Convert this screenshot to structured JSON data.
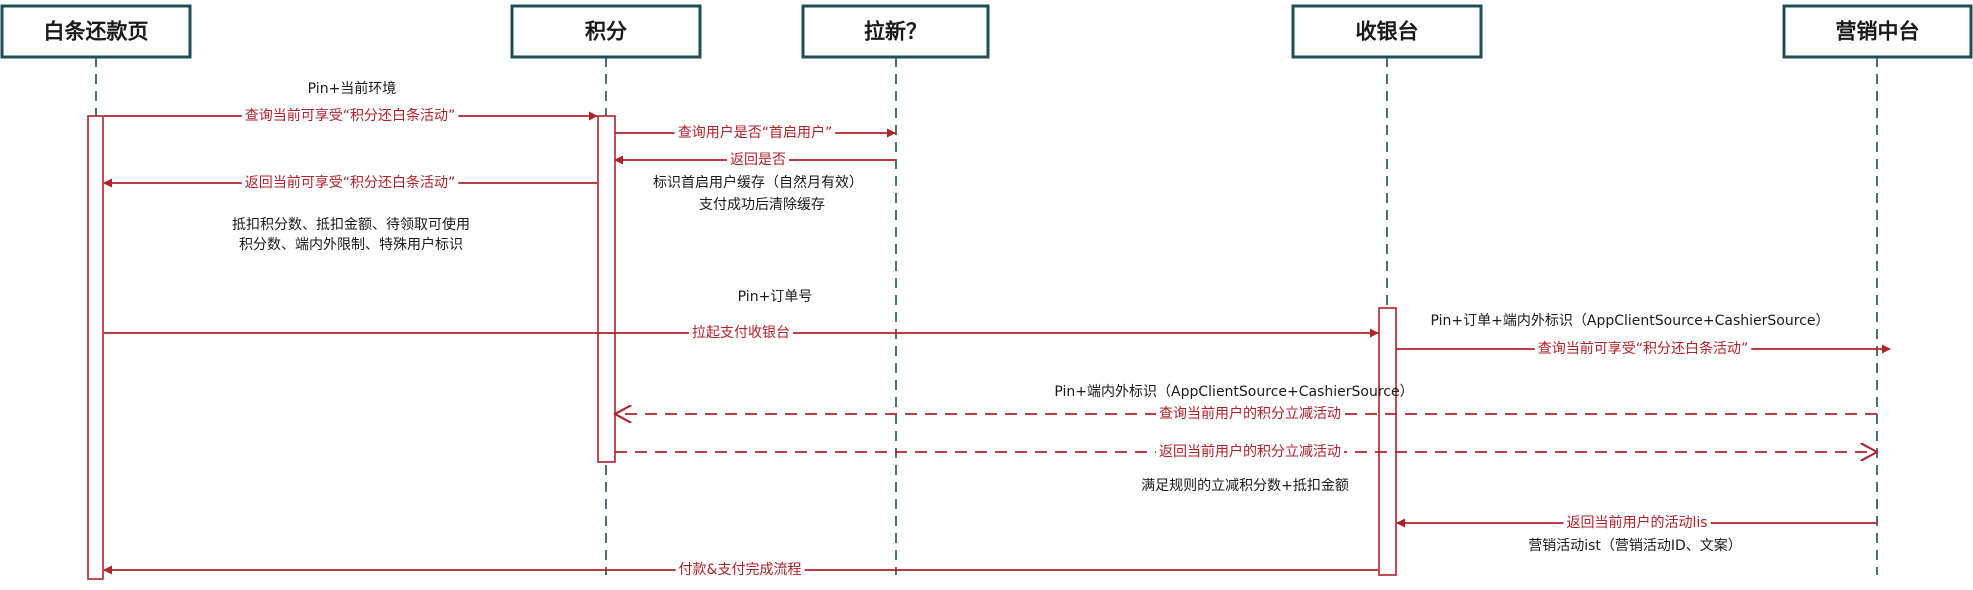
{
  "actors": [
    {
      "id": "baitiao",
      "label": "白条还款页"
    },
    {
      "id": "jifen",
      "label": "积分"
    },
    {
      "id": "laxin",
      "label": "拉新？"
    },
    {
      "id": "shouyintai",
      "label": "收银台"
    },
    {
      "id": "yingxiao",
      "label": "营销中台"
    }
  ],
  "messages": [
    {
      "label": "查询当前可享受“积分还白条活动”",
      "from": "baitiao",
      "to": "jifen",
      "style": "solid"
    },
    {
      "label": "查询用户是否“首启用户”",
      "from": "jifen",
      "to": "laxin",
      "style": "solid"
    },
    {
      "label": "返回是否",
      "from": "laxin",
      "to": "jifen",
      "style": "solid"
    },
    {
      "label": "返回当前可享受“积分还白条活动”",
      "from": "jifen",
      "to": "baitiao",
      "style": "solid"
    },
    {
      "label": "拉起支付收银台",
      "from": "baitiao",
      "to": "shouyintai",
      "style": "solid"
    },
    {
      "label": "查询当前可享受“积分还白条活动”",
      "from": "shouyintai",
      "to": "yingxiao",
      "style": "solid"
    },
    {
      "label": "查询当前用户的积分立减活动",
      "from": "yingxiao",
      "to": "jifen",
      "style": "dashed"
    },
    {
      "label": "返回当前用户的积分立减活动",
      "from": "jifen",
      "to": "yingxiao",
      "style": "dashed"
    },
    {
      "label": "返回当前用户的活动lis",
      "from": "yingxiao",
      "to": "shouyintai",
      "style": "solid"
    },
    {
      "label": "付款&支付完成流程",
      "from": "shouyintai",
      "to": "baitiao",
      "style": "solid"
    }
  ],
  "notes": [
    {
      "text": "Pin+当前环境"
    },
    {
      "text": "标识首启用户缓存（自然月有效）"
    },
    {
      "text": "支付成功后清除缓存"
    },
    {
      "text": "抵扣积分数、抵扣金额、待领取可使用"
    },
    {
      "text": "积分数、端内外限制、特殊用户标识"
    },
    {
      "text": "Pin+订单号"
    },
    {
      "text": "Pin+订单+端内外标识（AppClientSource+CashierSource）"
    },
    {
      "text": "Pin+端内外标识（AppClientSource+CashierSource）"
    },
    {
      "text": "满足规则的立减积分数+抵扣金额"
    },
    {
      "text": "营销活动ist（营销活动ID、文案）"
    }
  ],
  "colors": {
    "message": "#b22028",
    "actor_border": "#1f4e57",
    "text": "#1a1a1a"
  }
}
